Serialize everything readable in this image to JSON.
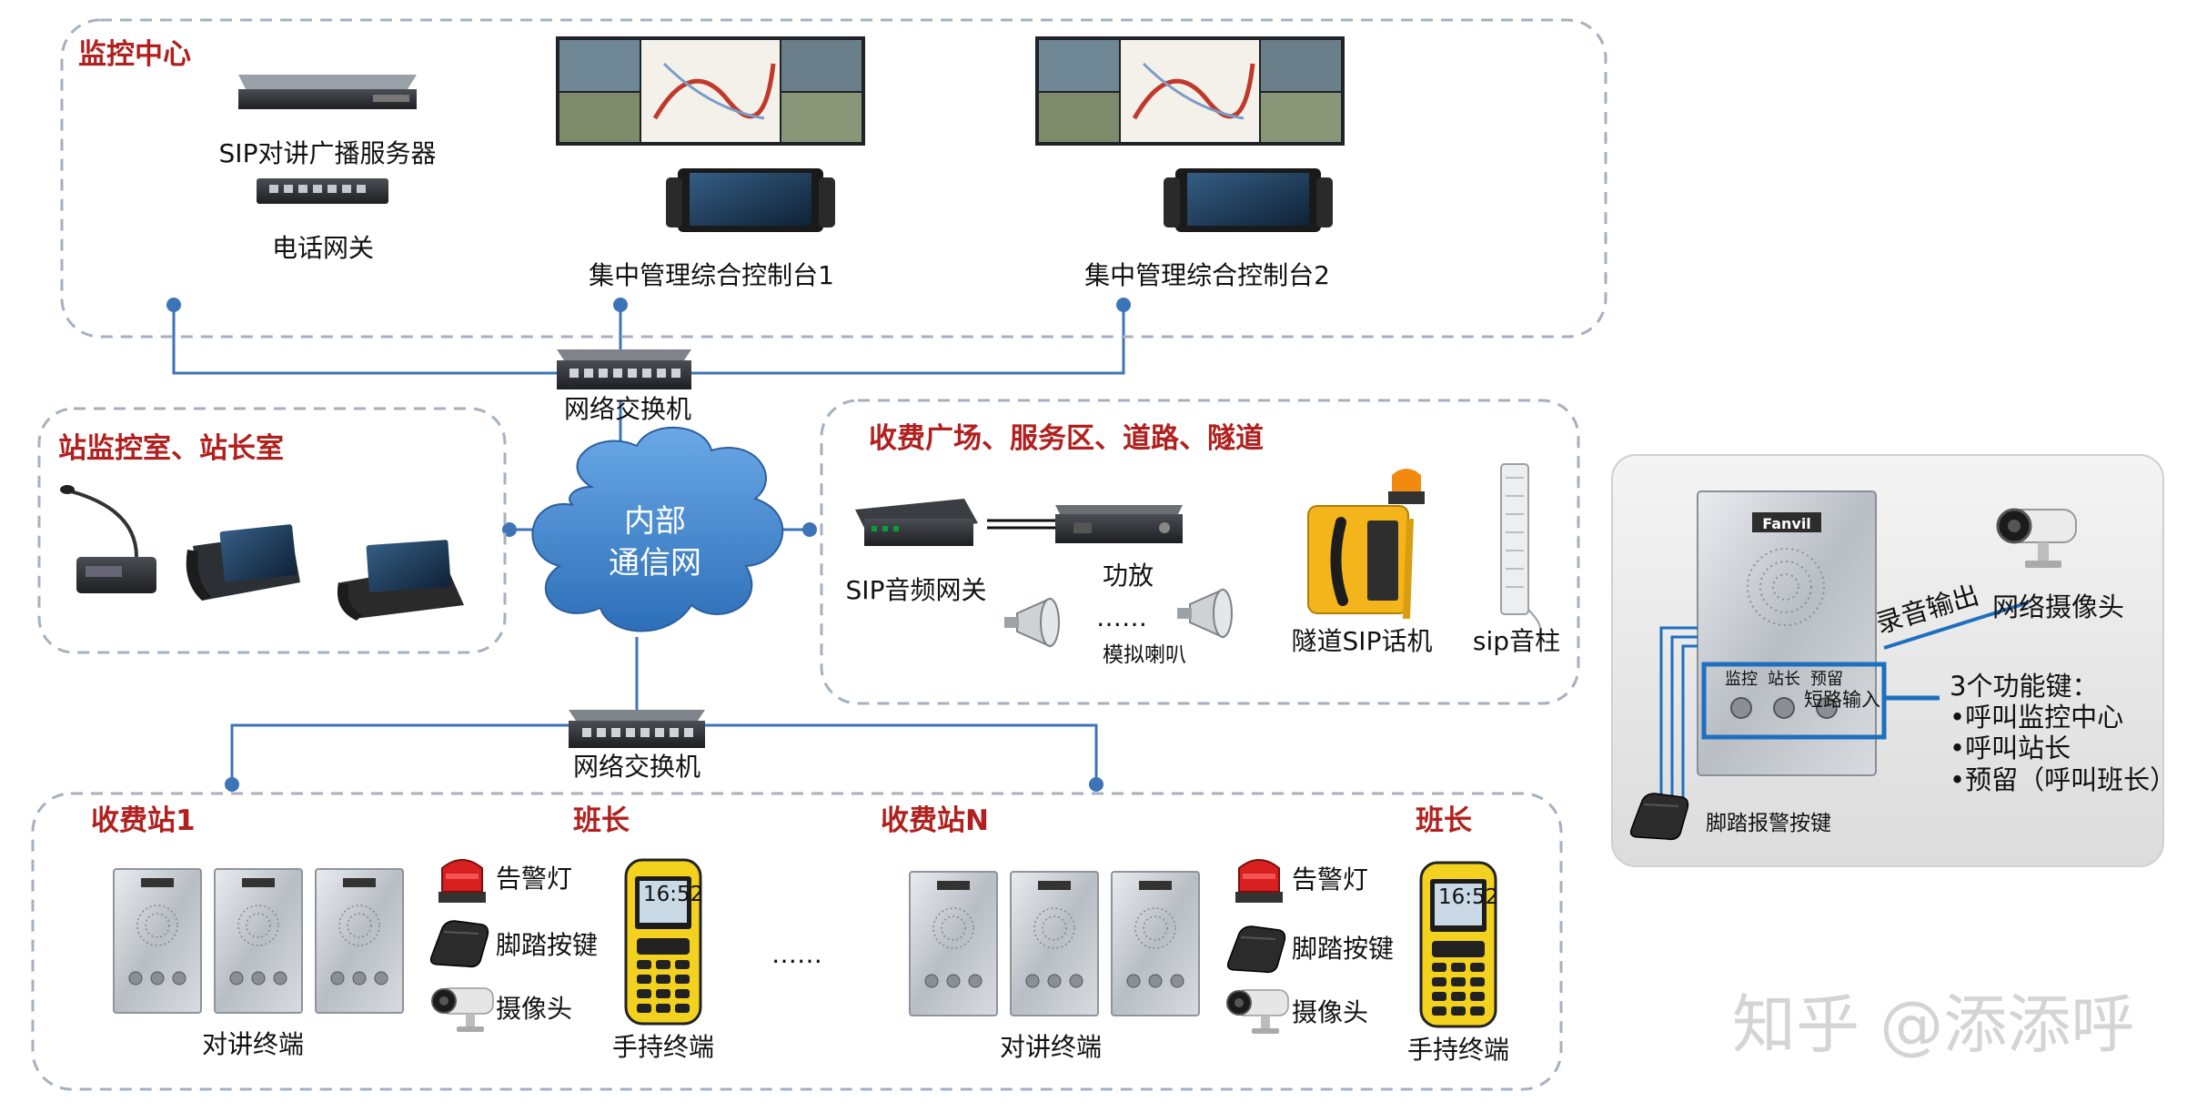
{
  "colors": {
    "title": "#b0201e",
    "line": "#3d74b8",
    "cloud": "#3f86cf",
    "zone_border": "#a7b0c0"
  },
  "zones": {
    "monitor_center": {
      "title": "监控中心"
    },
    "station_room": {
      "title": "站监控室、站长室"
    },
    "field": {
      "title": "收费广场、服务区、道路、隧道"
    },
    "toll1": {
      "title": "收费站1",
      "leader": "班长"
    },
    "tollN": {
      "title": "收费站N",
      "leader": "班长"
    }
  },
  "devices": {
    "sip_server": "SIP对讲广播服务器",
    "phone_gateway": "电话网关",
    "console1": "集中管理综合控制台1",
    "console2": "集中管理综合控制台2",
    "switch_top": "网络交换机",
    "switch_bottom": "网络交换机",
    "cloud_line1": "内部",
    "cloud_line2": "通信网",
    "sip_audio_gateway": "SIP音频网关",
    "amplifier": "功放",
    "horn_dots": "……",
    "analog_horn": "模拟喇叭",
    "tunnel_phone": "隧道SIP话机",
    "sip_column": "sip音柱"
  },
  "toll_station": {
    "intercom": "对讲终端",
    "alarm_light": "告警灯",
    "foot_button": "脚踏按键",
    "camera": "摄像头",
    "handheld": "手持终端",
    "dots": "……",
    "handset_time": "16:52"
  },
  "panel_brand": "Fanvil",
  "panel_keys": [
    "监控",
    "站长",
    "预留"
  ],
  "detail": {
    "brand": "Fanvil",
    "keys": [
      "监控",
      "站长",
      "预留"
    ],
    "record_output": "录音输出",
    "network_camera": "网络摄像头",
    "short_input": "短路输入",
    "features_title": "3个功能键：",
    "features": [
      "•呼叫监控中心",
      "•呼叫站长",
      "•预留（呼叫班长）"
    ],
    "foot_alarm": "脚踏报警按键"
  },
  "watermark": "知乎 @添添呼"
}
